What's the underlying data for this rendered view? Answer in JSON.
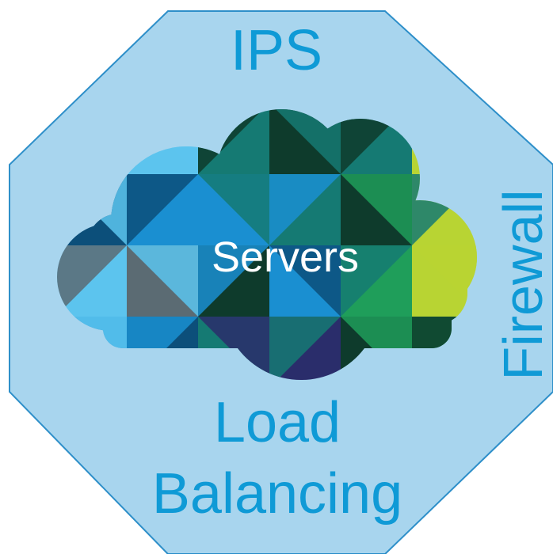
{
  "diagram": {
    "labels": {
      "top": "IPS",
      "right": "Firewall",
      "bottom_line1": "Load",
      "bottom_line2": "Balancing",
      "center": "Servers"
    }
  },
  "colors": {
    "octagon_fill": "#a8d5ee",
    "octagon_stroke": "#2e8fc9",
    "label_text": "#0f9ad6",
    "center_text": "#ffffff",
    "cloud_tiles": [
      "#0c4f7a",
      "#1a8fd1",
      "#5cc4ee",
      "#157a73",
      "#0e3b2c",
      "#1f9e5a",
      "#b8d433",
      "#5b6b73",
      "#2a2d6b"
    ]
  },
  "icons": {
    "cloud": "cloud-icon"
  }
}
